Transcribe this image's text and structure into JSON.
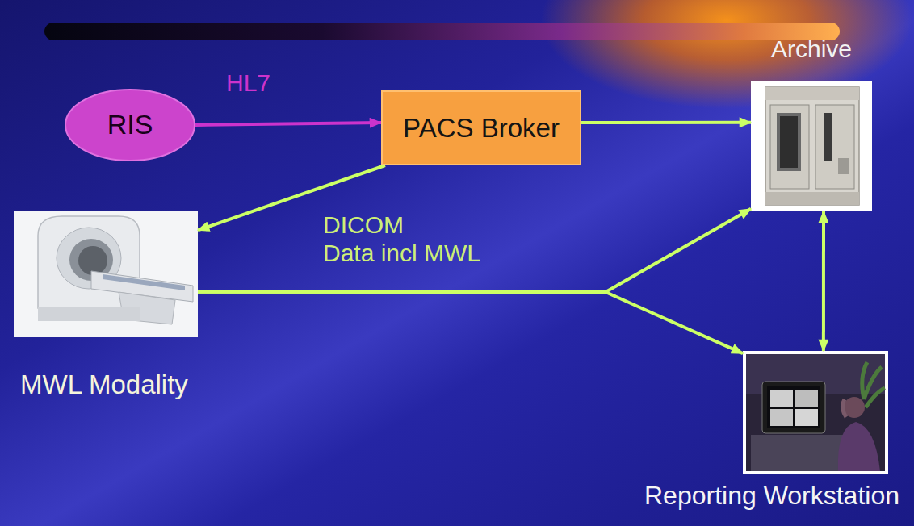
{
  "diagram": {
    "nodes": [
      {
        "text": [
          "RIS"
        ]
      },
      {
        "text": [
          "PACS Broker"
        ]
      },
      {
        "text": [
          "Archive"
        ]
      },
      {
        "text": [
          "MWL Modality"
        ]
      },
      {
        "text": [
          "Reporting Workstation"
        ]
      }
    ],
    "edges": [
      {
        "from": 0,
        "to": 1,
        "arrow": "to",
        "label": "HL7"
      },
      {
        "from": 1,
        "to": 2,
        "arrow": "to"
      },
      {
        "from": 1,
        "to": 3,
        "arrow": "to"
      },
      {
        "from": 3,
        "to": 2,
        "arrow": "to"
      },
      {
        "from": 3,
        "to": 4,
        "arrow": "to"
      },
      {
        "from": 2,
        "to": 4,
        "arrow": "both"
      }
    ],
    "labels": [
      "DICOM Data incl MWL"
    ]
  }
}
